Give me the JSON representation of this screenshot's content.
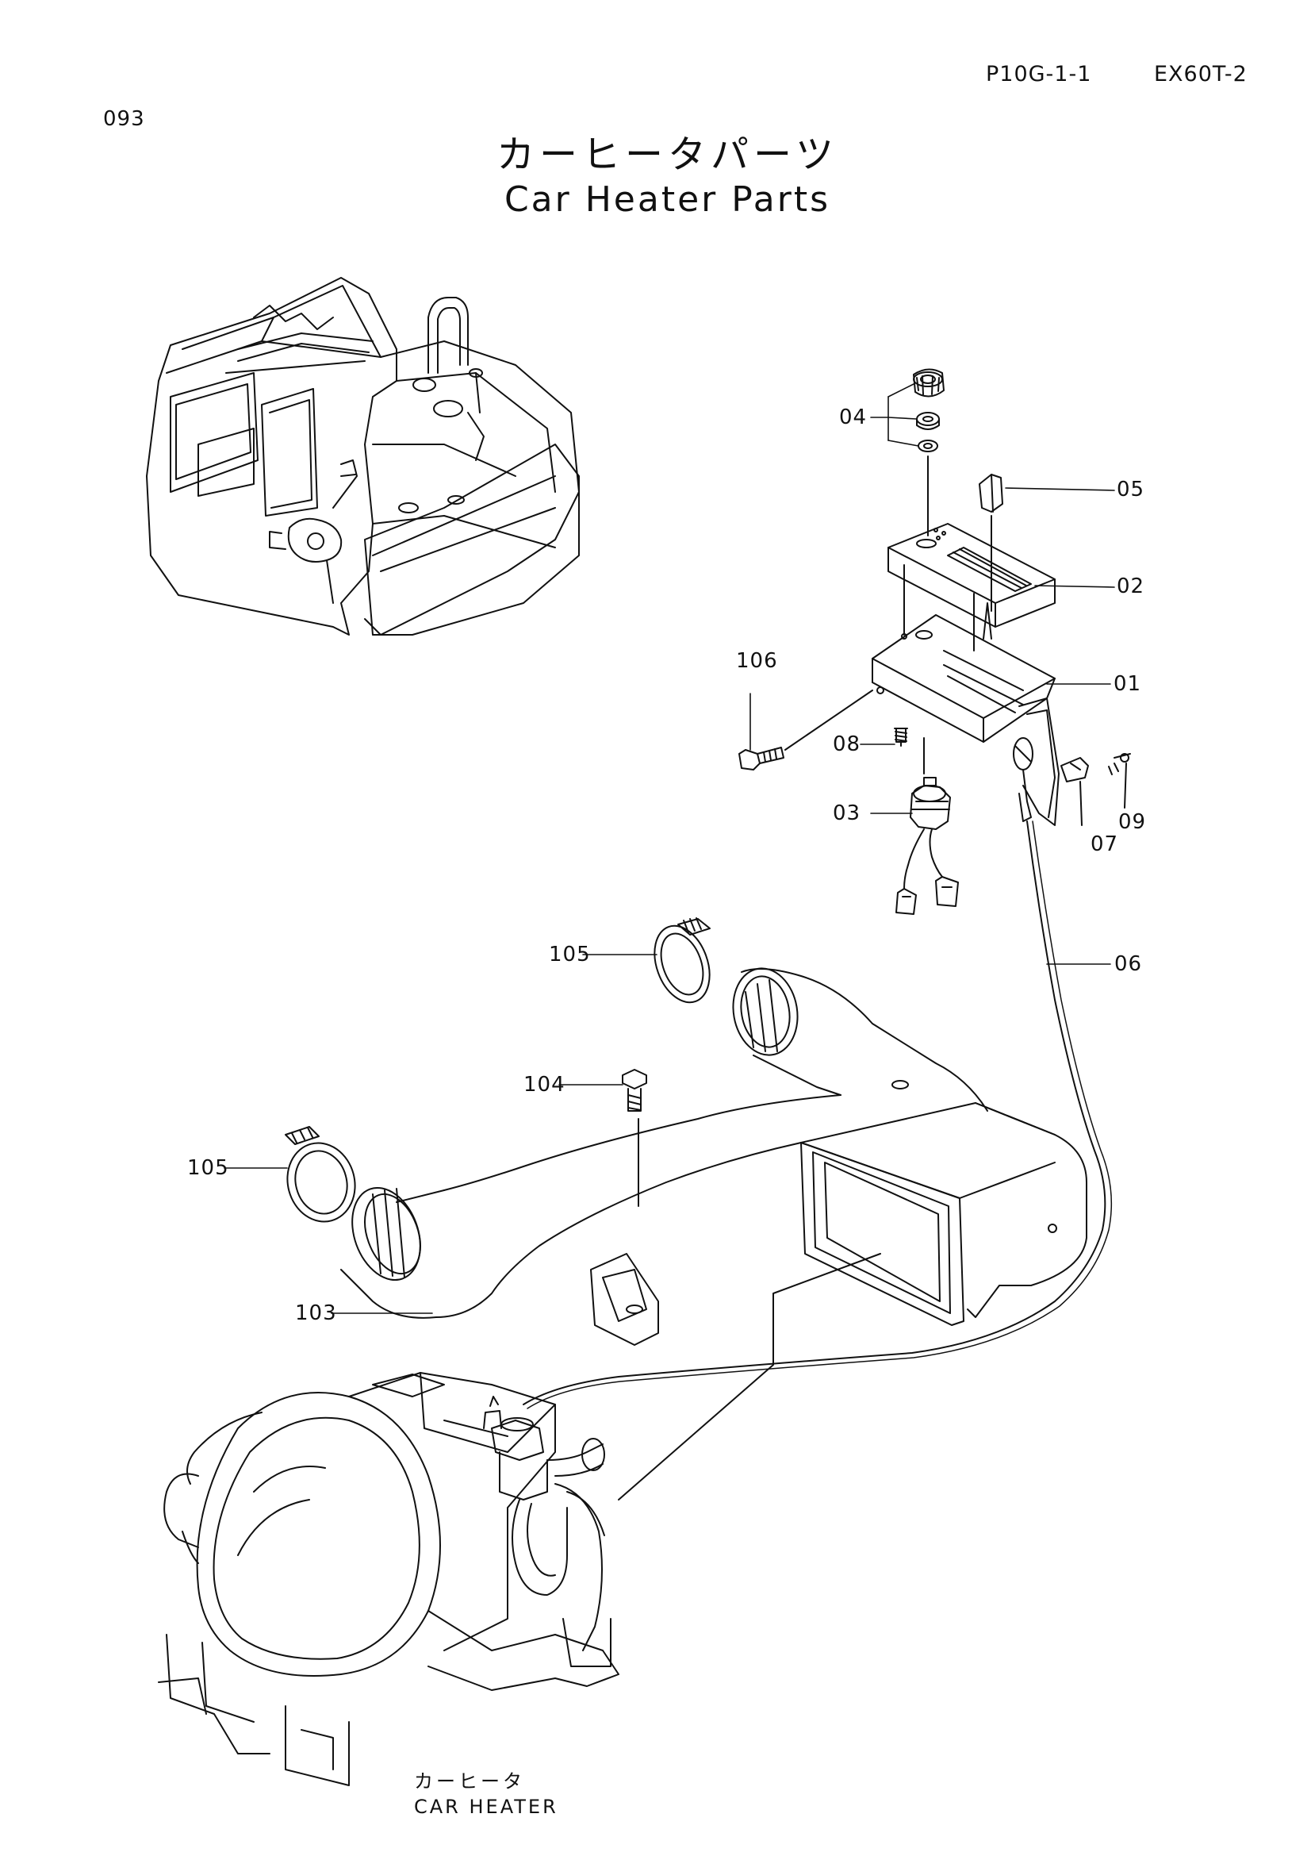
{
  "header": {
    "page_code": "P10G-1-1",
    "model": "EX60T-2",
    "page_number": "093"
  },
  "title": {
    "japanese": "カーヒータパーツ",
    "english": "Car Heater Parts"
  },
  "callouts": {
    "c01": "01",
    "c02": "02",
    "c03": "03",
    "c04": "04",
    "c05": "05",
    "c06": "06",
    "c07": "07",
    "c08": "08",
    "c09": "09",
    "c103": "103",
    "c104": "104",
    "c105a": "105",
    "c105b": "105",
    "c106": "106"
  },
  "assembly_label": {
    "japanese": "カーヒータ",
    "english": "CAR HEATER"
  }
}
